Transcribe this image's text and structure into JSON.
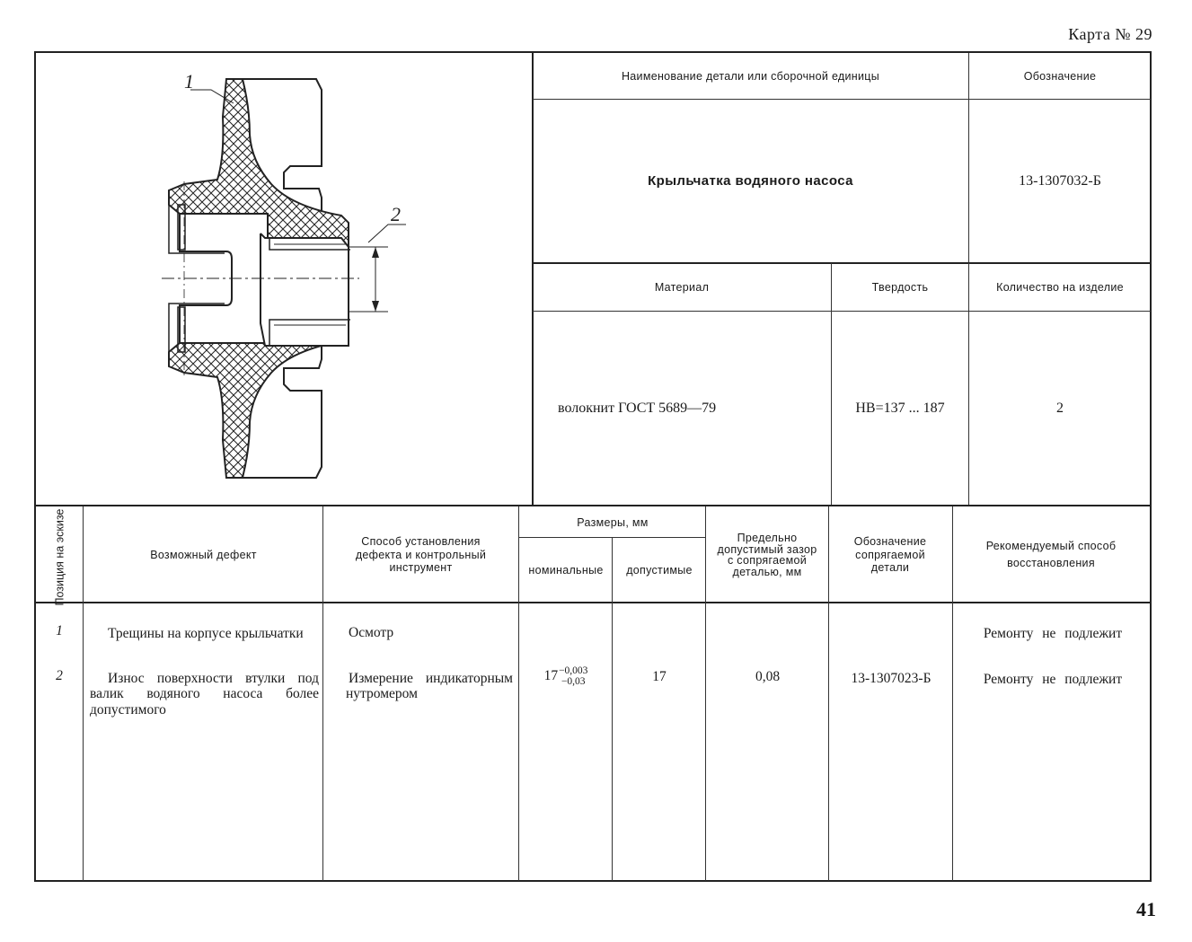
{
  "card_label": "Карта № 29",
  "page_number": "41",
  "sketch": {
    "callout_1": "1",
    "callout_2": "2"
  },
  "top_table": {
    "name_header": "Наименование детали или сборочной единицы",
    "designation_header": "Обозначение",
    "name_value": "Крыльчатка водяного насоса",
    "designation_value": "13-1307032-Б",
    "material_header": "Материал",
    "hardness_header": "Твердость",
    "quantity_header": "Количество на изделие",
    "material_value": "волокнит ГОСТ 5689—79",
    "hardness_value": "НВ=137 ... 187",
    "quantity_value": "2"
  },
  "defects_table": {
    "headers": {
      "position": "Позиция на эскизе",
      "defect": "Возможный дефект",
      "method": "Способ установления дефекта и контрольный инструмент",
      "sizes_group": "Размеры, мм",
      "nominal": "номинальные",
      "allowed": "допустимые",
      "max_gap": "Предельно допустимый зазор с сопрягаемой деталью, мм",
      "mating_part": "Обозначение сопрягаемой детали",
      "restoration": "Рекомендуемый способ восстановления"
    },
    "rows": [
      {
        "position": "1",
        "defect": "Трещины на корпусе крыльчатки",
        "method": "Осмотр",
        "nominal_base": "",
        "nominal_upper": "",
        "nominal_lower": "",
        "allowed": "",
        "max_gap": "",
        "mating_part": "",
        "restoration": "Ремонту не подлежит"
      },
      {
        "position": "2",
        "defect": "Износ поверхности втулки под валик водяного насоса более допустимого",
        "method": "Измерение индикаторным нутромером",
        "nominal_base": "17",
        "nominal_upper": "−0,003",
        "nominal_lower": "−0,03",
        "allowed": "17",
        "max_gap": "0,08",
        "mating_part": "13-1307023-Б",
        "restoration": "Ремонту не подлежит"
      }
    ]
  }
}
